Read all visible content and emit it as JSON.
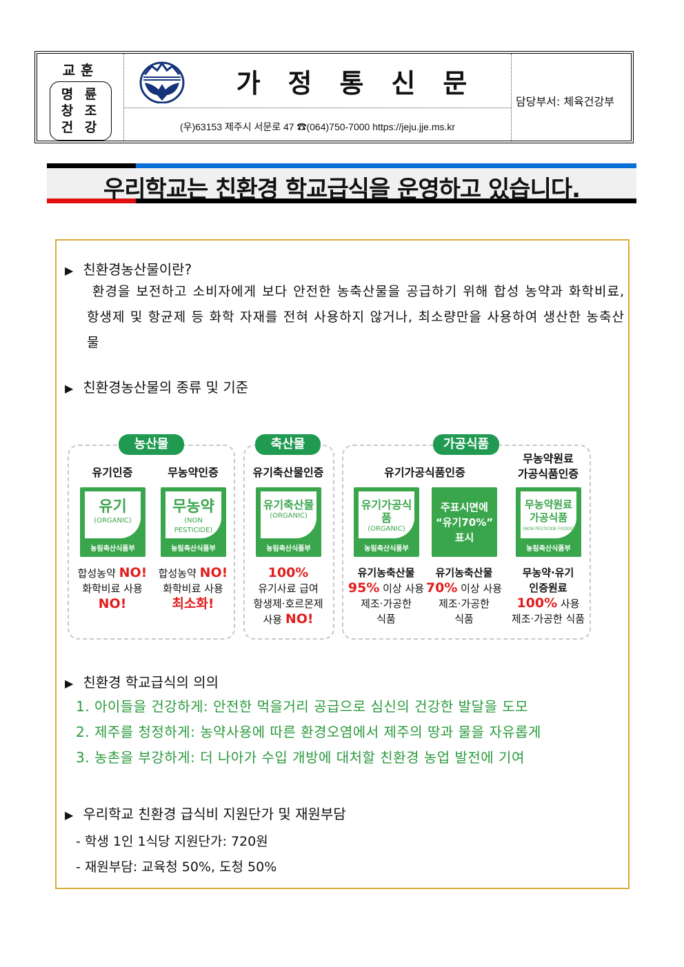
{
  "header": {
    "motto_label": "교훈",
    "motto": [
      "명 륜",
      "창 조",
      "건 강"
    ],
    "title": "가정통신문",
    "address": "(우)63153 제주시 서문로 47 ☎(064)750-7000   https://jeju.jje.ms.kr",
    "department": "담당부서: 체육건강부"
  },
  "banner": {
    "title": "우리학교는 친환경 학교급식을 운영하고 있습니다.",
    "colors": {
      "blue": "#0a6fd6",
      "red": "#e01010"
    }
  },
  "sections": [
    {
      "heading": "친환경농산물이란?",
      "body": "환경을 보전하고 소비자에게 보다 안전한 농축산물을 공급하기 위해 합성 농약과 화학비료, 항생제 및 항균제 등 화학 자재를 전혀 사용하지 않거나, 최소량만을 사용하여 생산한 농축산물"
    },
    {
      "heading": "친환경농산물의 종류 및 기준"
    },
    {
      "heading": "친환경 학교급식의 의의",
      "items": [
        "1. 아이들을 건강하게: 안전한 먹을거리 공급으로 심신의 건강한 발달을 도모",
        "2. 제주를 청정하게: 농약사용에 따른 환경오염에서 제주의 땅과 물을 자유롭게",
        "3. 농촌을 부강하게: 더 나아가 수입 개방에 대처할 친환경 농업 발전에 기여"
      ]
    },
    {
      "heading": "우리학교 친환경 급식비 지원단가 및 재원부담",
      "items": [
        "- 학생 1인 1식당 지원단가: 720원",
        "- 재원부담: 교육청 50%, 도청 50%"
      ]
    }
  ],
  "certs": {
    "groups": [
      "농산물",
      "축산물",
      "가공식품"
    ],
    "ministry": "농림축산식품부",
    "items": [
      {
        "title": "유기인증",
        "logo_big": "유기",
        "logo_small": "(ORGANIC)",
        "desc": [
          [
            "합성농약 ",
            ""
          ],
          [
            "NO!",
            "r"
          ],
          [
            "\n화학비료 사용\n",
            ""
          ],
          [
            "NO!",
            "r"
          ]
        ]
      },
      {
        "title": "무농약인증",
        "logo_big": "무농약",
        "logo_small": "(NON PESTICIDE)",
        "desc": [
          [
            "합성농약 ",
            ""
          ],
          [
            "NO!",
            "r"
          ],
          [
            "\n화학비료 사용\n",
            ""
          ],
          [
            "최소화!",
            "r"
          ]
        ]
      },
      {
        "title": "유기축산물인증",
        "logo_big": "유기축산물",
        "logo_small": "(ORGANIC)",
        "desc": [
          [
            "100%",
            "r"
          ],
          [
            "\n유기사료 급여\n항생제·호르몬제\n사용 ",
            ""
          ],
          [
            "NO!",
            "r"
          ]
        ]
      },
      {
        "title": "유기가공식품인증",
        "logo_big": "유기가공식품",
        "logo_small": "(ORGANIC)",
        "desc": [
          [
            "유기농축산물\n",
            "b"
          ],
          [
            "95%",
            "r"
          ],
          [
            " 이상 사용\n제조·가공한\n식품",
            ""
          ]
        ]
      },
      {
        "title": "",
        "logo_full": "주표시면에\n“유기70%”\n표시",
        "desc": [
          [
            "유기농축산물\n",
            "b"
          ],
          [
            "70%",
            "r"
          ],
          [
            " 이상 사용\n제조·가공한\n식품",
            ""
          ]
        ]
      },
      {
        "title": "무농약원료\n가공식품인증",
        "logo_big": "무농약원료\n가공식품",
        "logo_small": "(NON PESTICIDE FOODS)",
        "desc": [
          [
            "무농약·유기\n인증원료\n",
            "b"
          ],
          [
            "100%",
            "r"
          ],
          [
            " 사용\n제조·가공한 식품",
            ""
          ]
        ]
      }
    ]
  }
}
